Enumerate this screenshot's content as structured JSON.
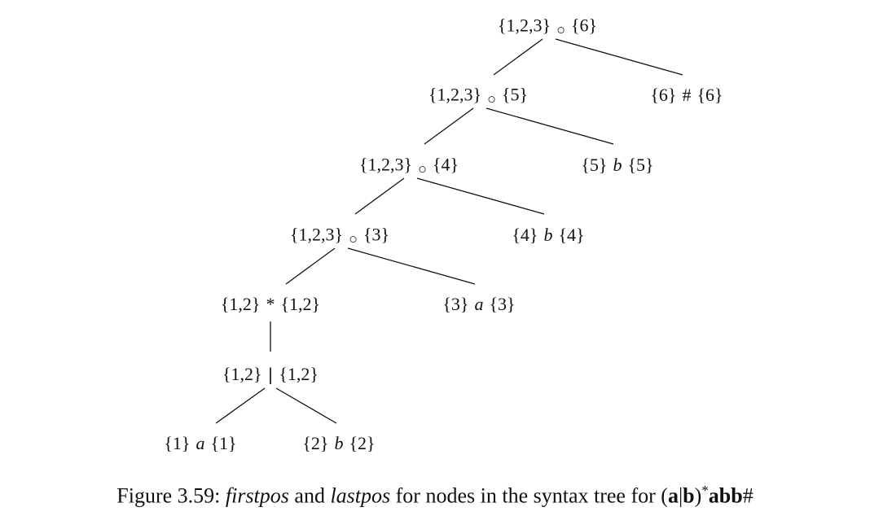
{
  "tree": {
    "nodes": [
      {
        "id": "n0",
        "first": "{1,2,3}",
        "symbol": "○",
        "last": "{6}",
        "kind": "concat"
      },
      {
        "id": "n1",
        "first": "{1,2,3}",
        "symbol": "○",
        "last": "{5}",
        "kind": "concat"
      },
      {
        "id": "n2",
        "first": "{6}",
        "symbol": "#",
        "last": "{6}",
        "kind": "leaf"
      },
      {
        "id": "n3",
        "first": "{1,2,3}",
        "symbol": "○",
        "last": "{4}",
        "kind": "concat"
      },
      {
        "id": "n4",
        "first": "{5}",
        "symbol": "b",
        "last": "{5}",
        "kind": "leaf"
      },
      {
        "id": "n5",
        "first": "{1,2,3}",
        "symbol": "○",
        "last": "{3}",
        "kind": "concat"
      },
      {
        "id": "n6",
        "first": "{4}",
        "symbol": "b",
        "last": "{4}",
        "kind": "leaf"
      },
      {
        "id": "n7",
        "first": "{1,2}",
        "symbol": "*",
        "last": "{1,2}",
        "kind": "star"
      },
      {
        "id": "n8",
        "first": "{3}",
        "symbol": "a",
        "last": "{3}",
        "kind": "leaf"
      },
      {
        "id": "n9",
        "first": "{1,2}",
        "symbol": "|",
        "last": "{1,2}",
        "kind": "or"
      },
      {
        "id": "n10",
        "first": "{1}",
        "symbol": "a",
        "last": "{1}",
        "kind": "leaf"
      },
      {
        "id": "n11",
        "first": "{2}",
        "symbol": "b",
        "last": "{2}",
        "kind": "leaf"
      }
    ],
    "edges": [
      [
        "n0",
        "n1"
      ],
      [
        "n0",
        "n2"
      ],
      [
        "n1",
        "n3"
      ],
      [
        "n1",
        "n4"
      ],
      [
        "n3",
        "n5"
      ],
      [
        "n3",
        "n6"
      ],
      [
        "n5",
        "n7"
      ],
      [
        "n5",
        "n8"
      ],
      [
        "n7",
        "n9"
      ],
      [
        "n9",
        "n10"
      ],
      [
        "n9",
        "n11"
      ]
    ]
  },
  "caption": {
    "prefix": "Figure 3.59: ",
    "term1": "firstpos",
    "and": " and ",
    "term2": "lastpos",
    "middle": " for nodes in the syntax tree for ",
    "regex_open": "(",
    "regex_a": "a",
    "regex_bar": "|",
    "regex_b": "b",
    "regex_close": ")",
    "regex_star": "*",
    "regex_tail": "abb",
    "regex_end": "#"
  }
}
